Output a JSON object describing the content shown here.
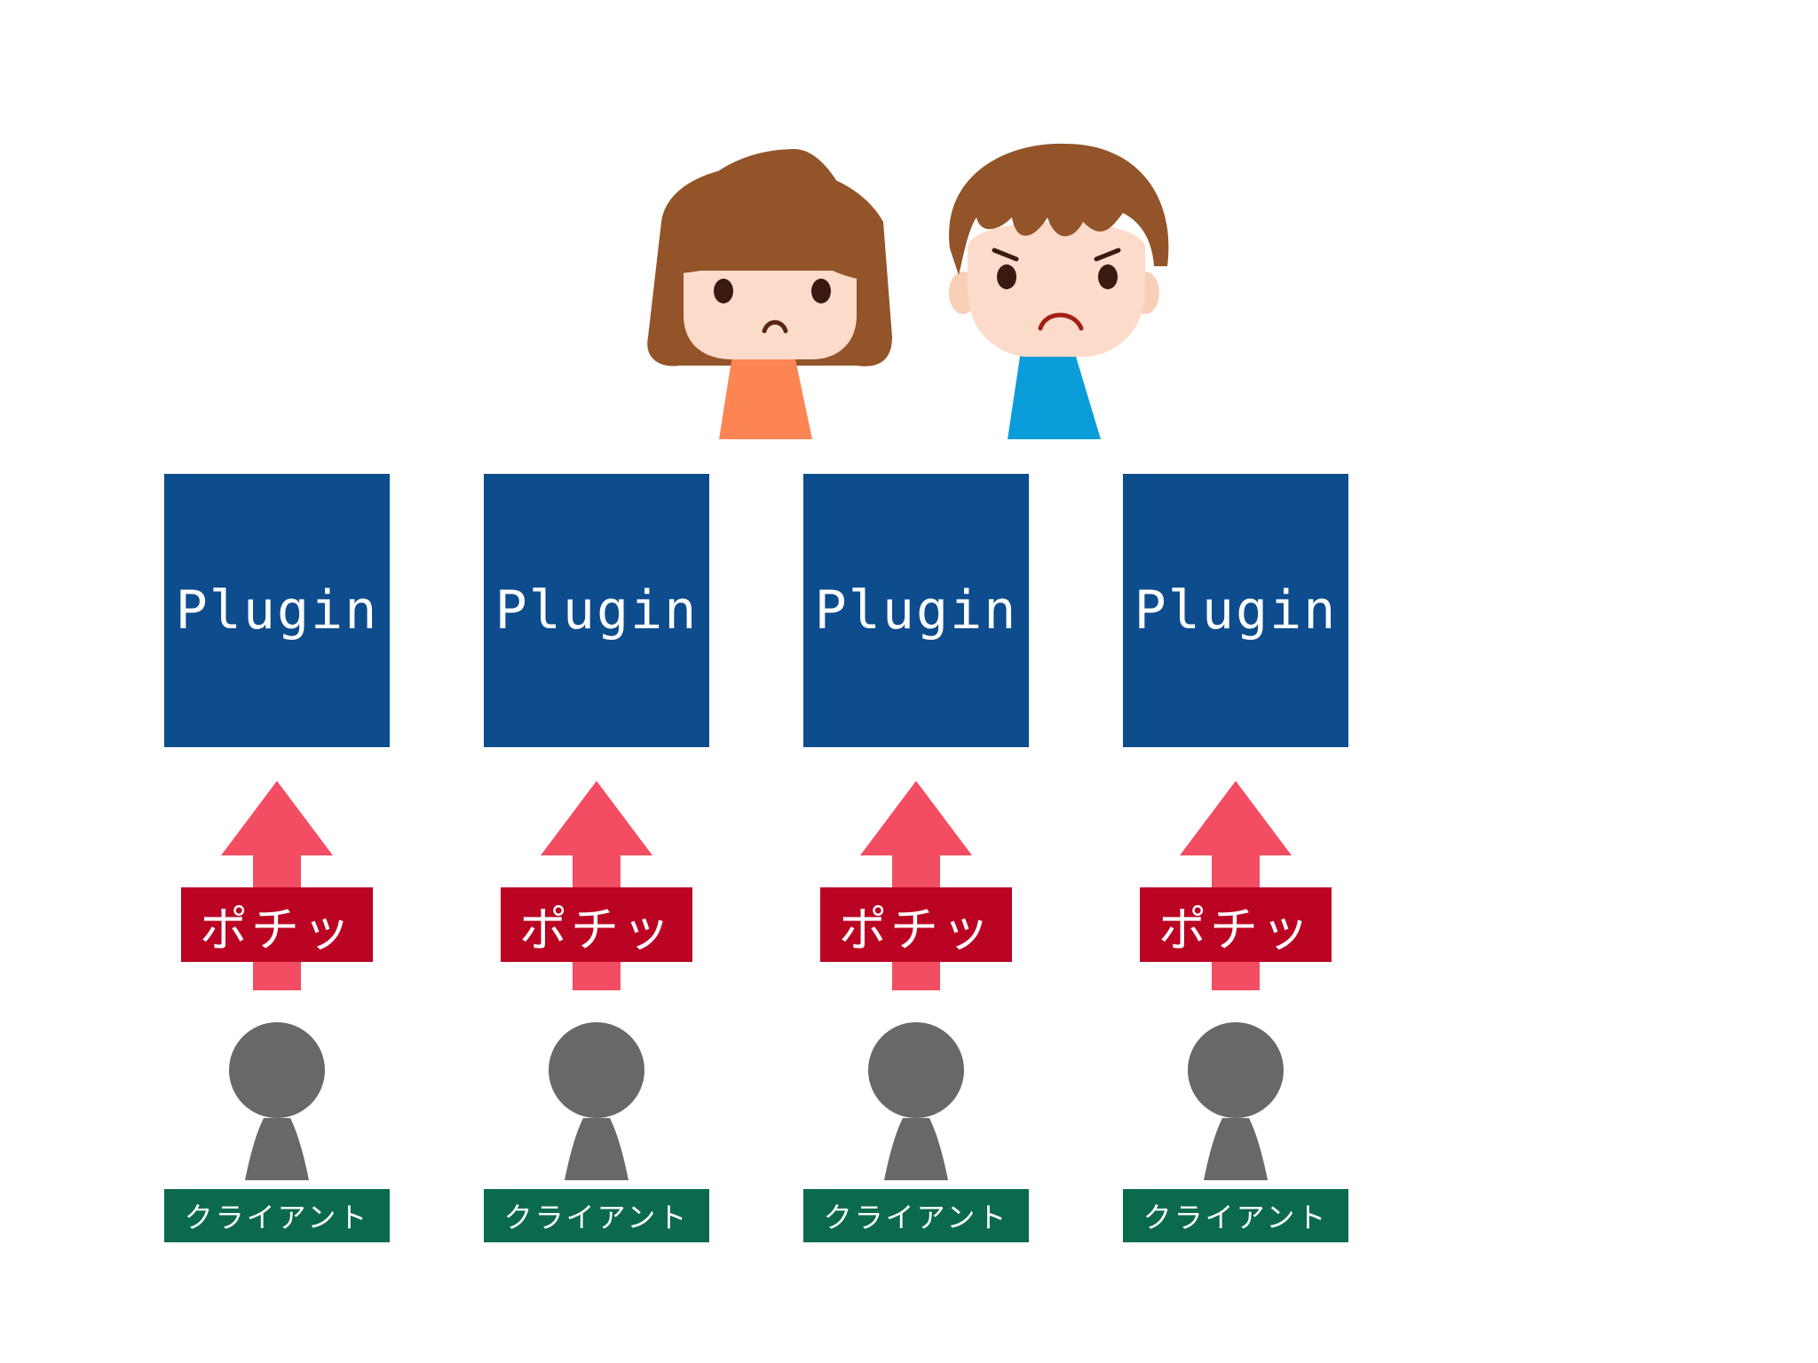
{
  "plugins": [
    {
      "label": "Plugin"
    },
    {
      "label": "Plugin"
    },
    {
      "label": "Plugin"
    },
    {
      "label": "Plugin"
    }
  ],
  "clicks": [
    {
      "label": "ポチッ"
    },
    {
      "label": "ポチッ"
    },
    {
      "label": "ポチッ"
    },
    {
      "label": "ポチッ"
    }
  ],
  "clients": [
    {
      "label": "クライアント"
    },
    {
      "label": "クライアント"
    },
    {
      "label": "クライアント"
    },
    {
      "label": "クライアント"
    }
  ],
  "colors": {
    "plugin_box": "#0d4c8d",
    "arrow": "#f24d63",
    "click_label": "#bb0424",
    "client_label": "#0b6a4e",
    "client_figure": "#686769",
    "hair": "#925428",
    "skin": "#fcdbcb",
    "girl_shirt": "#fd8553",
    "boy_shirt": "#0b9dd9"
  },
  "icons": {
    "people": [
      "girl-worried-icon",
      "boy-annoyed-icon"
    ],
    "client": "client-person-icon",
    "arrow": "up-arrow-icon"
  }
}
